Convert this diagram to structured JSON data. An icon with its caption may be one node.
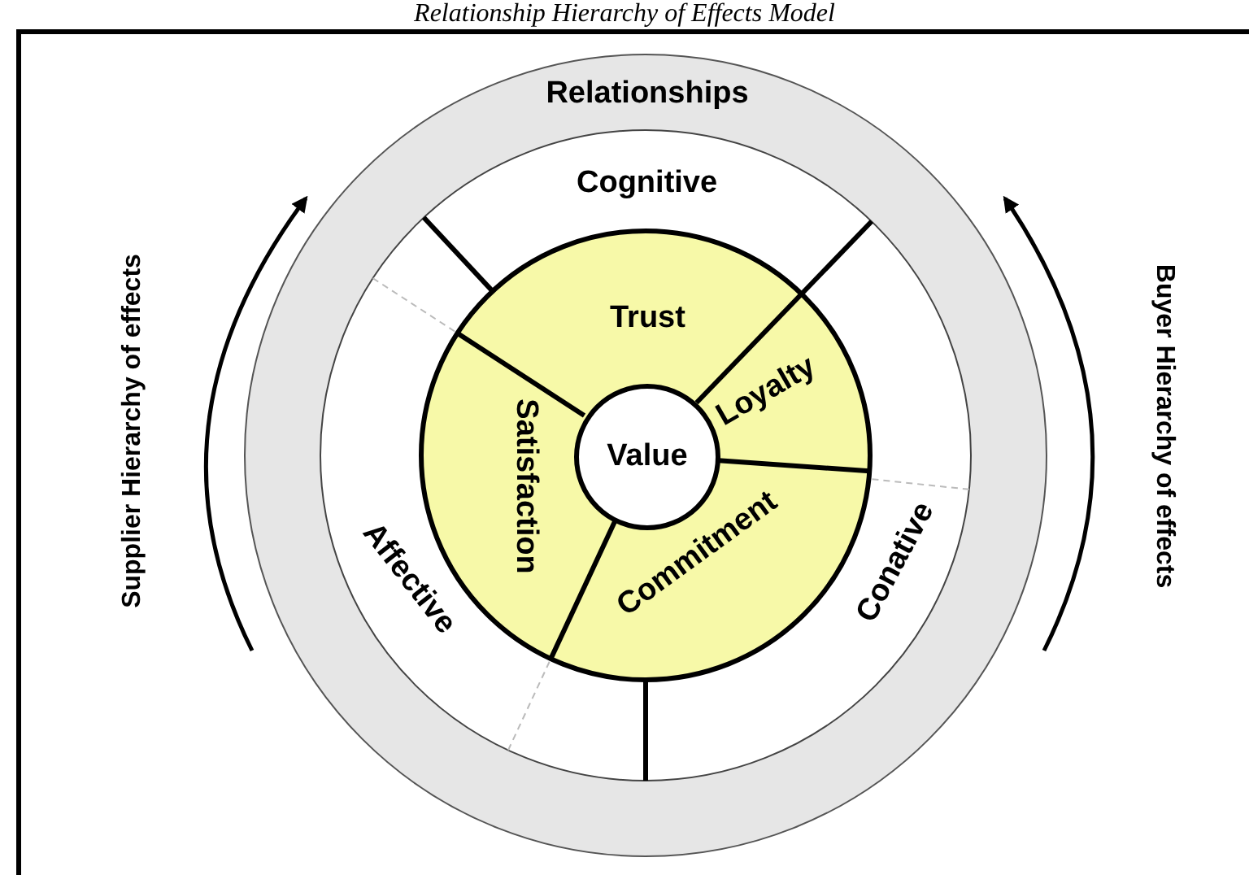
{
  "diagram": {
    "title": "Relationship Hierarchy of Effects Model",
    "nodes": [
      {
        "text": [
          "Relationships"
        ]
      },
      {
        "text": [
          "Cognitive"
        ],
        "in": 0
      },
      {
        "text": [
          "Affective"
        ],
        "in": 0
      },
      {
        "text": [
          "Conative"
        ],
        "in": 0
      },
      {
        "text": [
          "Trust"
        ],
        "in": 0
      },
      {
        "text": [
          "Satisfaction"
        ],
        "in": 0
      },
      {
        "text": [
          "Loyalty"
        ],
        "in": 0
      },
      {
        "text": [
          "Commitment"
        ],
        "in": 0
      },
      {
        "text": [
          "Value"
        ],
        "in": 0
      }
    ],
    "labels": [
      "Supplier Hierarchy of effects",
      "Buyer Hierarchy of effects"
    ]
  }
}
